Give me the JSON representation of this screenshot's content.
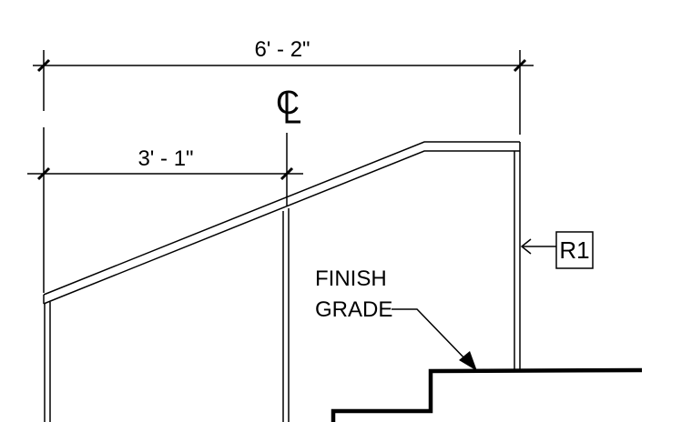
{
  "dimensions": {
    "overall_width": "6' - 2\"",
    "partial_width": "3' - 1\""
  },
  "centerline_symbol": "CL",
  "note": {
    "line1": "FINISH",
    "line2": "GRADE"
  },
  "reference_tag": "R1",
  "colors": {
    "line": "#000000",
    "background": "#ffffff"
  }
}
